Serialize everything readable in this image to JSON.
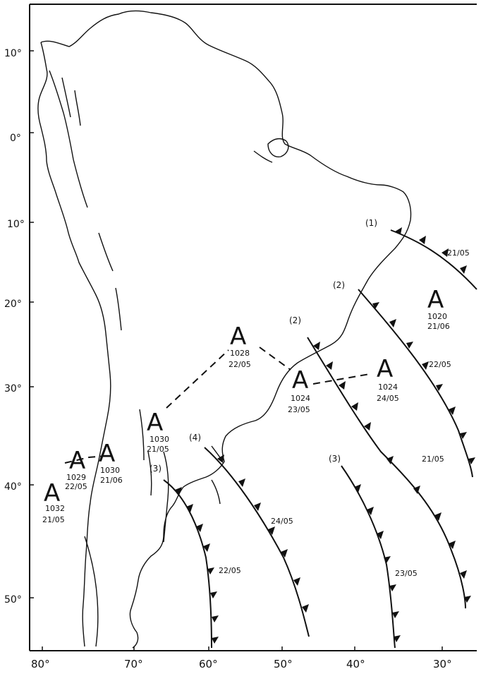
{
  "map": {
    "latitude_labels": [
      "10°",
      "0°",
      "10°",
      "20°",
      "30°",
      "40°",
      "50°"
    ],
    "longitude_labels": [
      "80°",
      "70°",
      "60°",
      "50°",
      "40°",
      "30°"
    ]
  },
  "highs": [
    {
      "letter": "A",
      "pressure": "1020",
      "date": "21/06"
    },
    {
      "letter": "A",
      "pressure": "1028",
      "date": "22/05"
    },
    {
      "letter": "A",
      "pressure": "1024",
      "date": "23/05"
    },
    {
      "letter": "A",
      "pressure": "1024",
      "date": "24/05"
    },
    {
      "letter": "A",
      "pressure": "1030",
      "date": "21/05"
    },
    {
      "letter": "A",
      "pressure": "1029",
      "date": "22/05"
    },
    {
      "letter": "A",
      "pressure": "1030",
      "date": "21/06"
    },
    {
      "letter": "A",
      "pressure": "1032",
      "date": "21/05"
    }
  ],
  "fronts": [
    {
      "number": "(1)",
      "date": "21/05"
    },
    {
      "number": "(2)",
      "date": "22/05"
    },
    {
      "number": "(2)",
      "date": "21/05"
    },
    {
      "number": "(3)",
      "date": "22/05"
    },
    {
      "number": "(4)",
      "date": "24/05"
    },
    {
      "number": "(3)",
      "date": "23/05"
    }
  ]
}
